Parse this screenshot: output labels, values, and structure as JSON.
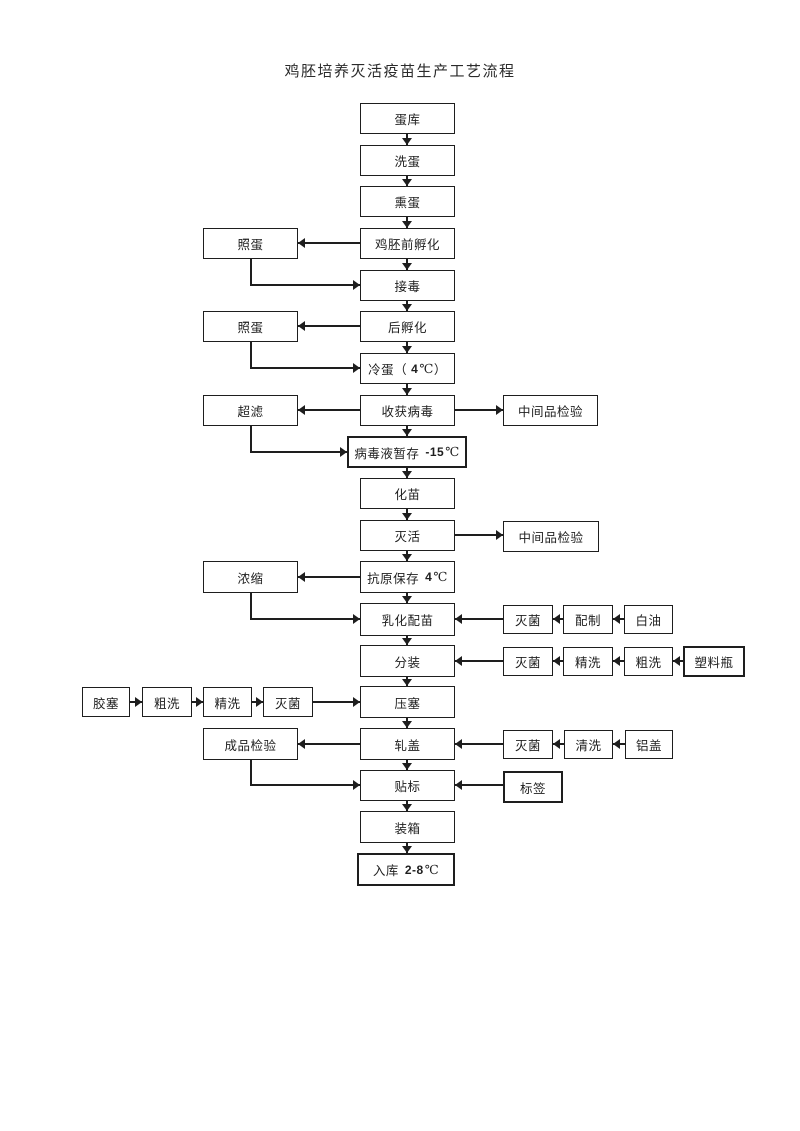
{
  "title": "鸡胚培养灭活疫苗生产工艺流程",
  "colors": {
    "line": "#1e1e1e",
    "background": "#ffffff"
  },
  "nodes": {
    "egg_store": "蛋库",
    "wash_egg": "洗蛋",
    "fumigate_egg": "熏蛋",
    "pre_incubation": "鸡胚前孵化",
    "candling_1": "照蛋",
    "inoculation": "接毒",
    "post_incubation": "后孵化",
    "candling_2": "照蛋",
    "cold_egg_pre": "冷蛋（",
    "cold_egg_num": "4",
    "cold_egg_unit": "℃",
    "cold_egg_post": "）",
    "harvest_virus": "收获病毒",
    "ultrafiltration": "超滤",
    "mid_inspection_1": "中间品检验",
    "virus_storage_pre": "病毒液暂存",
    "virus_storage_num": "-15",
    "virus_storage_unit": "℃",
    "thaw_vaccine": "化苗",
    "inactivation": "灭活",
    "mid_inspection_2": "中间品检验",
    "antigen_storage_pre": "抗原保存",
    "antigen_storage_num": "4",
    "antigen_storage_unit": "℃",
    "concentration": "浓缩",
    "emulsification": "乳化配苗",
    "sterilize_oil": "灭菌",
    "preparation": "配制",
    "white_oil": "白油",
    "filling": "分装",
    "sterilize_bottle": "灭菌",
    "fine_wash_bottle": "精洗",
    "rough_wash_bottle": "粗洗",
    "plastic_bottle": "塑料瓶",
    "rubber_stopper": "胶塞",
    "rough_wash_stopper": "粗洗",
    "fine_wash_stopper": "精洗",
    "sterilize_stopper": "灭菌",
    "press_stopper": "压塞",
    "final_inspection": "成品检验",
    "capping": "轧盖",
    "sterilize_cap": "灭菌",
    "clean_cap": "清洗",
    "aluminum_cap": "铝盖",
    "labeling": "贴标",
    "label_tag": "标签",
    "boxing": "装箱",
    "warehousing_pre": "入库",
    "warehousing_num": "2-8",
    "warehousing_unit": "℃"
  }
}
